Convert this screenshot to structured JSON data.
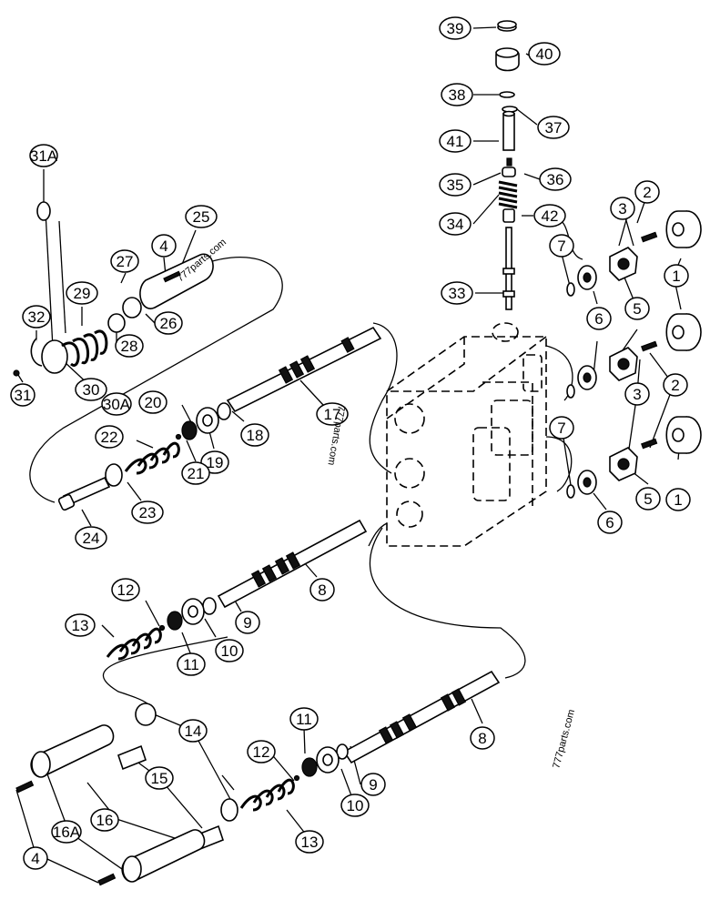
{
  "diagram": {
    "callouts": [
      {
        "id": "c39",
        "label": "39"
      },
      {
        "id": "c40",
        "label": "40"
      },
      {
        "id": "c38",
        "label": "38"
      },
      {
        "id": "c37",
        "label": "37"
      },
      {
        "id": "c41",
        "label": "41"
      },
      {
        "id": "c35",
        "label": "35"
      },
      {
        "id": "c36",
        "label": "36"
      },
      {
        "id": "c34",
        "label": "34"
      },
      {
        "id": "c42",
        "label": "42"
      },
      {
        "id": "c33",
        "label": "33"
      },
      {
        "id": "c31A",
        "label": "31A"
      },
      {
        "id": "c25",
        "label": "25"
      },
      {
        "id": "c4a",
        "label": "4"
      },
      {
        "id": "c27",
        "label": "27"
      },
      {
        "id": "c29",
        "label": "29"
      },
      {
        "id": "c32",
        "label": "32"
      },
      {
        "id": "c28",
        "label": "28"
      },
      {
        "id": "c26",
        "label": "26"
      },
      {
        "id": "c30",
        "label": "30"
      },
      {
        "id": "c31",
        "label": "31"
      },
      {
        "id": "c30A",
        "label": "30A"
      },
      {
        "id": "c20",
        "label": "20"
      },
      {
        "id": "c17",
        "label": "17"
      },
      {
        "id": "c18",
        "label": "18"
      },
      {
        "id": "c19",
        "label": "19"
      },
      {
        "id": "c22",
        "label": "22"
      },
      {
        "id": "c21",
        "label": "21"
      },
      {
        "id": "c23",
        "label": "23"
      },
      {
        "id": "c24",
        "label": "24"
      },
      {
        "id": "c2a",
        "label": "2"
      },
      {
        "id": "c3a",
        "label": "3"
      },
      {
        "id": "c7a",
        "label": "7"
      },
      {
        "id": "c1a",
        "label": "1"
      },
      {
        "id": "c6a",
        "label": "6"
      },
      {
        "id": "c5a",
        "label": "5"
      },
      {
        "id": "c2b",
        "label": "2"
      },
      {
        "id": "c3b",
        "label": "3"
      },
      {
        "id": "c7b",
        "label": "7"
      },
      {
        "id": "c1b",
        "label": "1"
      },
      {
        "id": "c5b",
        "label": "5"
      },
      {
        "id": "c6b",
        "label": "6"
      },
      {
        "id": "c8a",
        "label": "8"
      },
      {
        "id": "c12a",
        "label": "12"
      },
      {
        "id": "c13a",
        "label": "13"
      },
      {
        "id": "c9a",
        "label": "9"
      },
      {
        "id": "c11a",
        "label": "11"
      },
      {
        "id": "c10a",
        "label": "10"
      },
      {
        "id": "c14",
        "label": "14"
      },
      {
        "id": "c11b",
        "label": "11"
      },
      {
        "id": "c15",
        "label": "15"
      },
      {
        "id": "c12b",
        "label": "12"
      },
      {
        "id": "c8b",
        "label": "8"
      },
      {
        "id": "c9b",
        "label": "9"
      },
      {
        "id": "c10b",
        "label": "10"
      },
      {
        "id": "c16",
        "label": "16"
      },
      {
        "id": "c13b",
        "label": "13"
      },
      {
        "id": "c16A",
        "label": "16A"
      },
      {
        "id": "c4b",
        "label": "4"
      }
    ],
    "watermarks": [
      {
        "id": "wm1",
        "text": "777parts.com"
      },
      {
        "id": "wm2",
        "text": "777parts.com"
      },
      {
        "id": "wm3",
        "text": "777parts.com"
      }
    ]
  }
}
